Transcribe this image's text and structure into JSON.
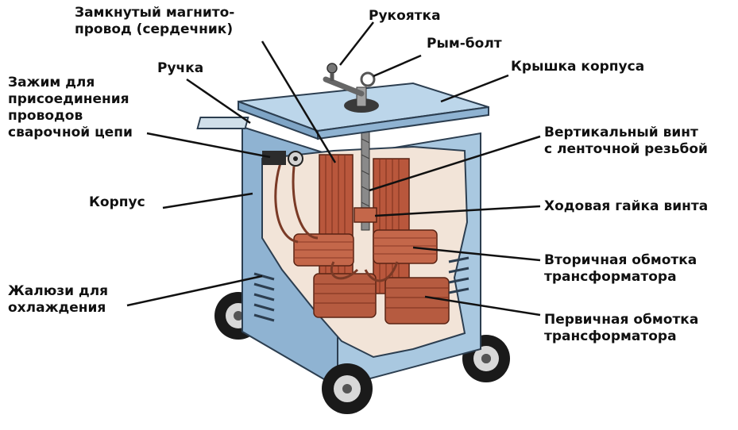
{
  "colors": {
    "body": "#a9c8e0",
    "body_dark": "#6f97b8",
    "copper": "#c4674a",
    "copper_dark": "#8a3a26",
    "core": "#b9573c",
    "leader": "#111111"
  },
  "labels": {
    "core": [
      "Замкнутый магнито-",
      "провод (сердечник)"
    ],
    "crank": [
      "Рукоятка"
    ],
    "eyebolt": [
      "Рым-болт"
    ],
    "lid": [
      "Крышка корпуса"
    ],
    "handle": [
      "Ручка"
    ],
    "clamp": [
      "Зажим для",
      "присоединения",
      "проводов",
      "сварочной цепи"
    ],
    "screw": [
      "Вертикальный винт",
      "с ленточной резьбой"
    ],
    "case": [
      "Корпус"
    ],
    "nut": [
      "Ходовая гайка винта"
    ],
    "secondary": [
      "Вторичная обмотка",
      "трансформатора"
    ],
    "louvers": [
      "Жалюзи для",
      "охлаждения"
    ],
    "primary": [
      "Первичная обмотка",
      "трансформатора"
    ]
  }
}
